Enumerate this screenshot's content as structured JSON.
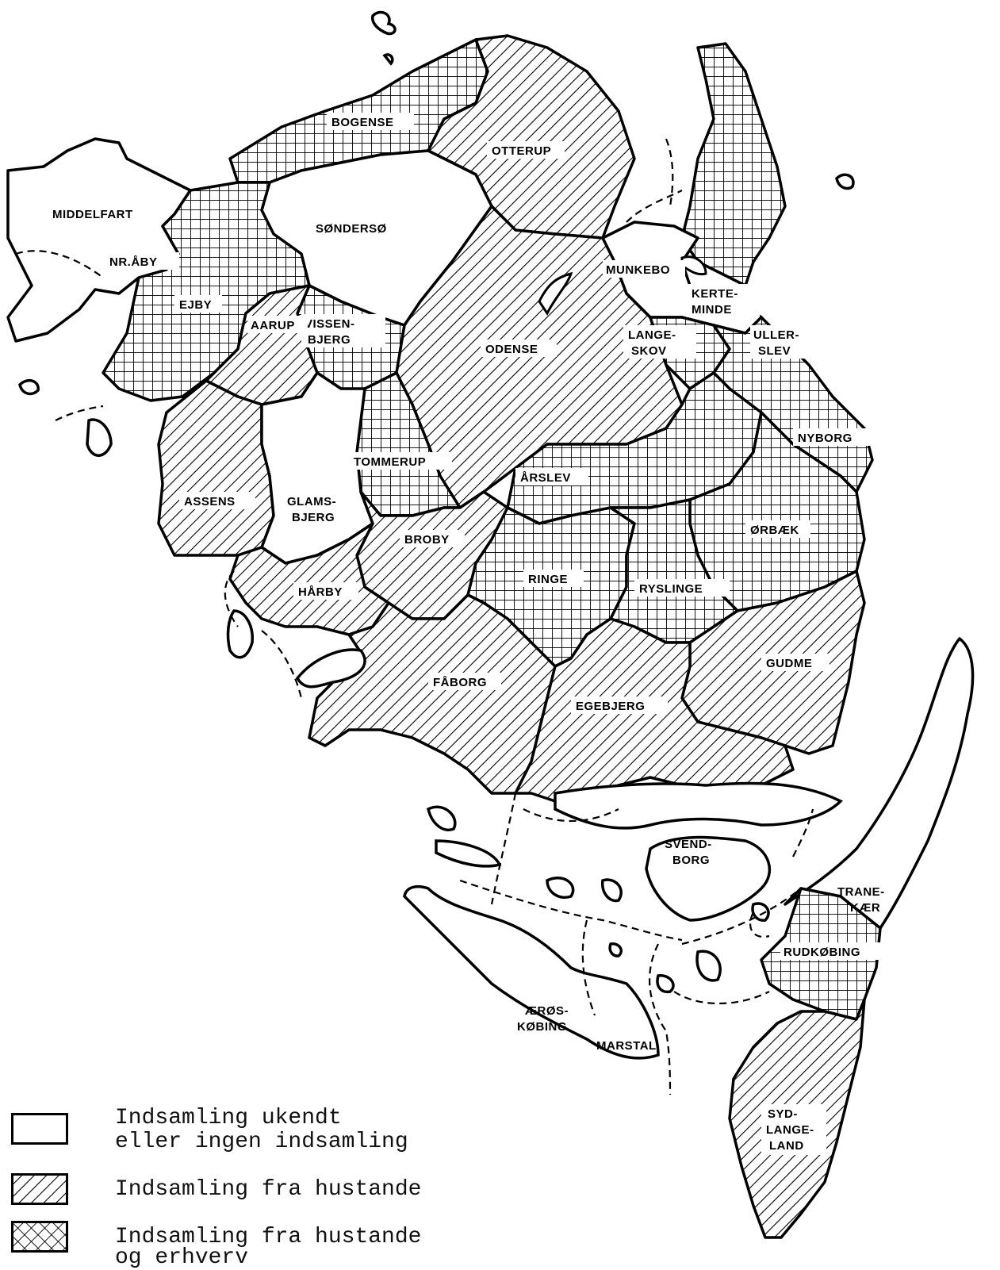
{
  "regions": {
    "bogense": "BOGENSE",
    "otterup": "OTTERUP",
    "middelfart": "MIDDELFART",
    "sondersø": "SØNDERSØ",
    "nr_aby": "NR.ÅBY",
    "munkebo": "MUNKEBO",
    "kerteminde_1": "KERTE-",
    "kerteminde_2": "MINDE",
    "ejby": "EJBY",
    "vissenbjerg_1": "VISSEN-",
    "vissenbjerg_2": "BJERG",
    "aarup": "AARUP",
    "odense": "ODENSE",
    "langeskov_1": "LANGE-",
    "langeskov_2": "SKOV",
    "ullerslev_1": "ULLER-",
    "ullerslev_2": "SLEV",
    "nyborg": "NYBORG",
    "tommerup": "TOMMERUP",
    "arslev": "ÅRSLEV",
    "assens": "ASSENS",
    "glamsbjerg_1": "GLAMS-",
    "glamsbjerg_2": "BJERG",
    "broby": "BROBY",
    "orbaek": "ØRBÆK",
    "ringe": "RINGE",
    "ryslinge": "RYSLINGE",
    "harby": "HÅRBY",
    "gudme": "GUDME",
    "faborg": "FÅBORG",
    "egebjerg": "EGEBJERG",
    "svendborg_1": "SVEND-",
    "svendborg_2": "BORG",
    "tranekaer_1": "TRANE-",
    "tranekaer_2": "KÆR",
    "rudkobing": "RUDKØBING",
    "aeroskobing_1": "ÆRØS-",
    "aeroskobing_2": "KØBING",
    "marstal": "MARSTAL",
    "sydlangeland_1": "SYD-",
    "sydlangeland_2": "LANGE-",
    "sydlangeland_3": "LAND"
  },
  "legend": {
    "none_line1": "Indsamling ukendt",
    "none_line2": "eller ingen indsamling",
    "households": "Indsamling fra hustande",
    "both_line1": "Indsamling fra hustande",
    "both_line2": "og erhverv"
  }
}
